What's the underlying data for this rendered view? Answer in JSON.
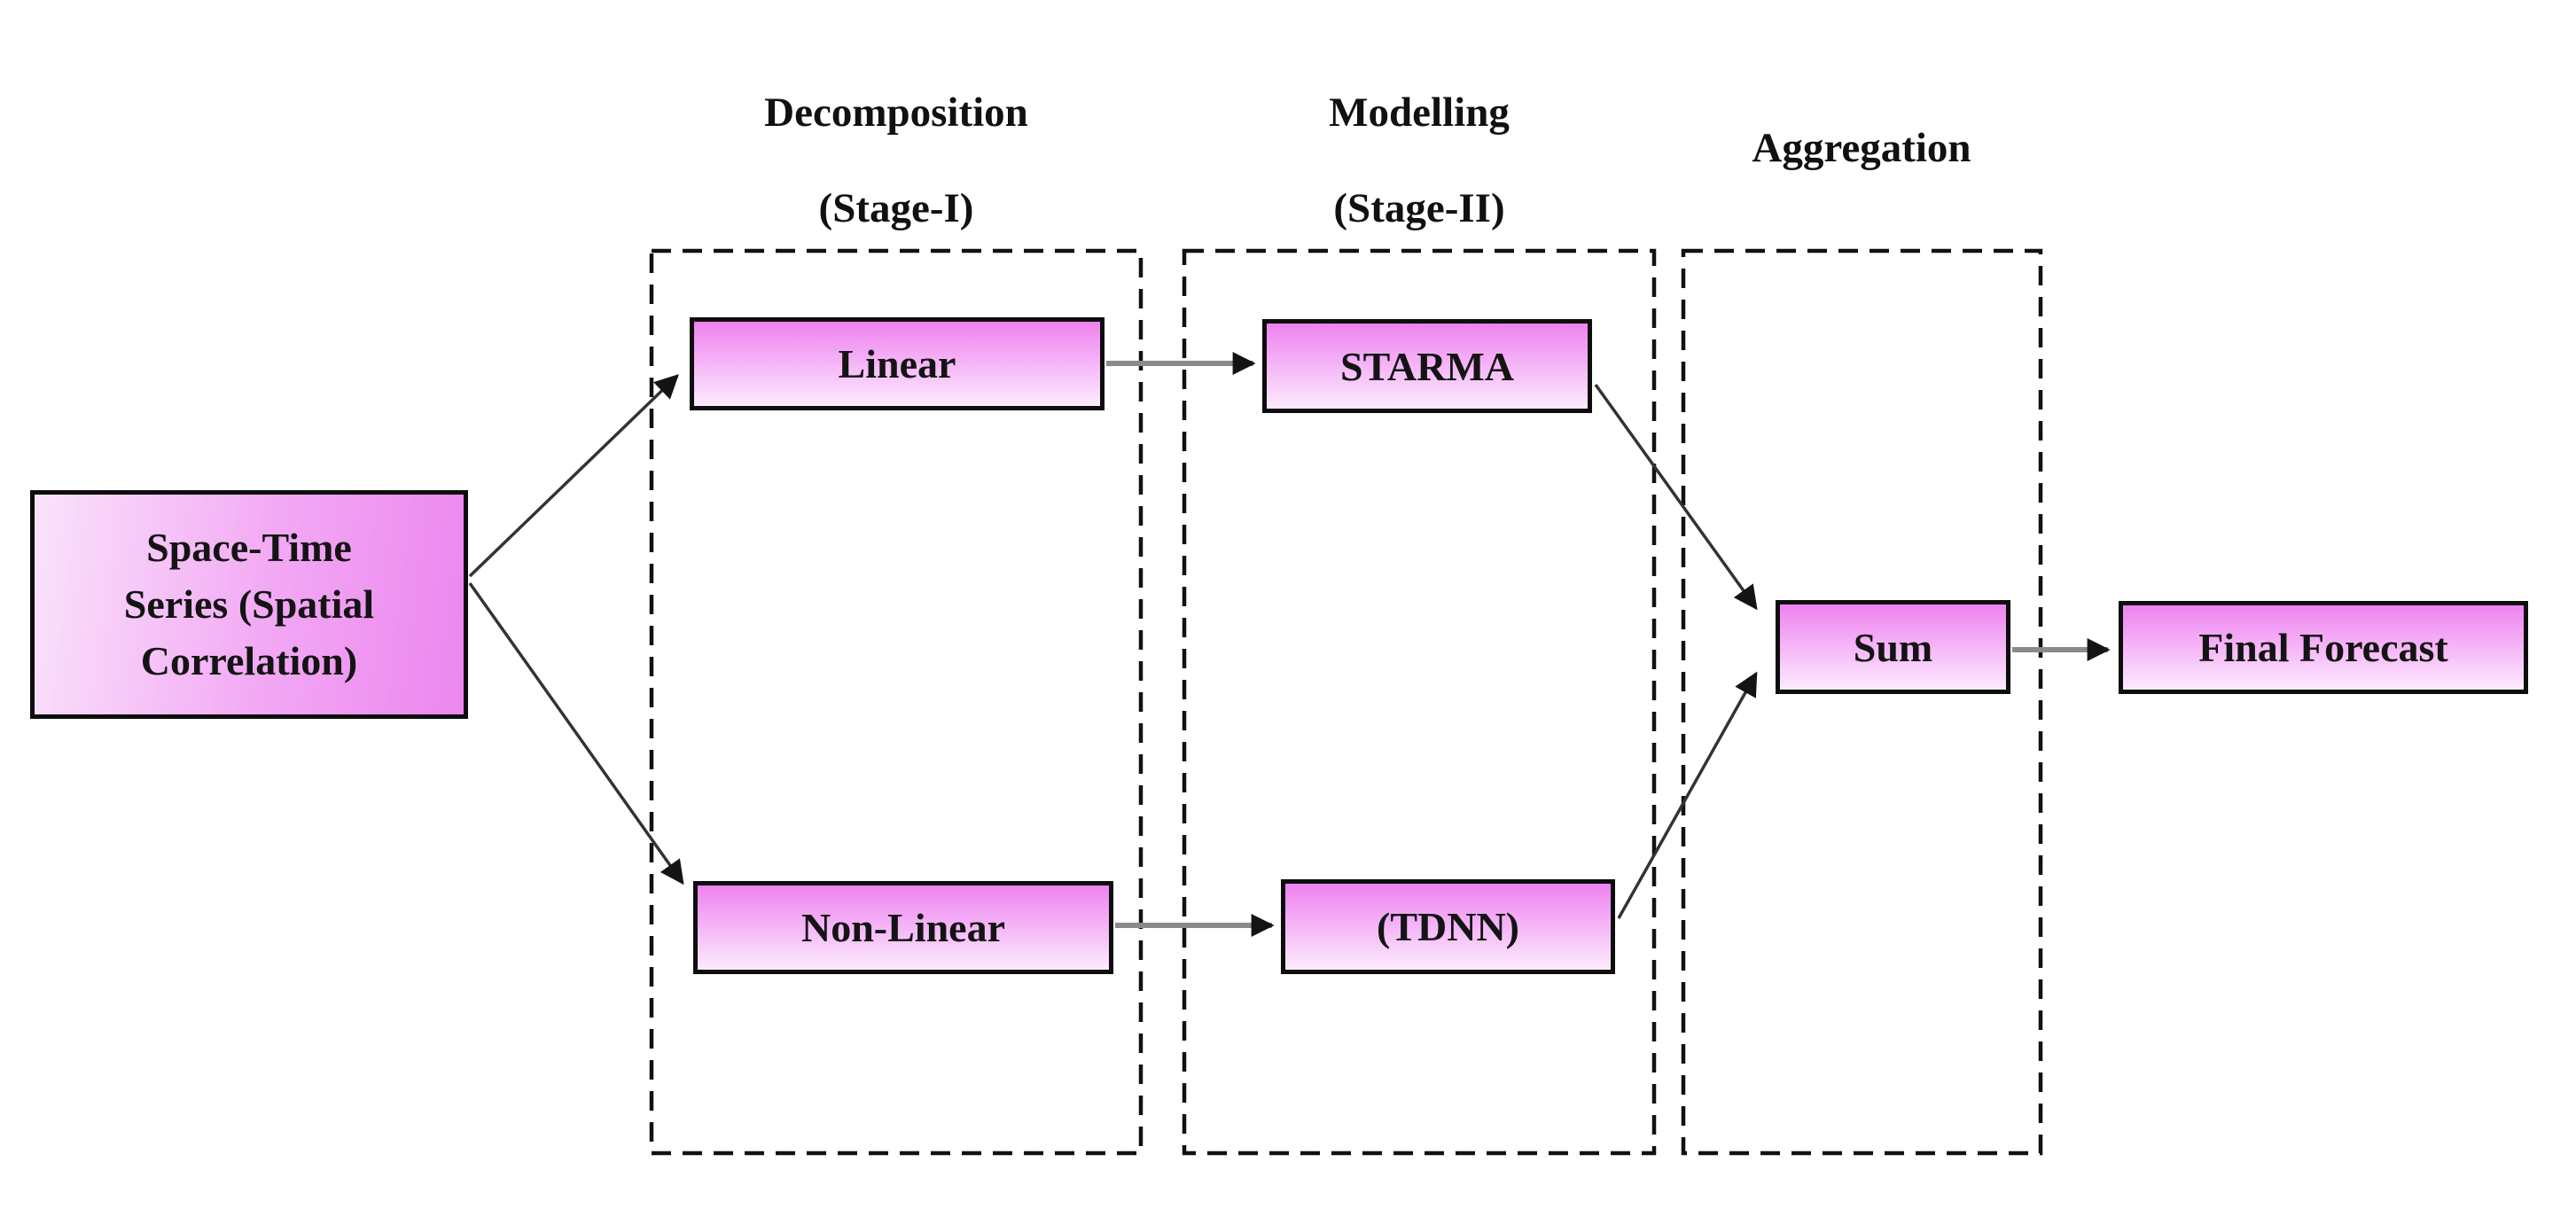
{
  "diagram": {
    "background_color": "#ffffff",
    "stages": {
      "decomposition": {
        "title": "Decomposition",
        "subtitle": "(Stage-I)"
      },
      "modelling": {
        "title": "Modelling",
        "subtitle": "(Stage-II)"
      },
      "aggregation": {
        "title": "Aggregation"
      }
    },
    "nodes": {
      "space_time": {
        "label": "Space-Time Series (Spatial Correlation)",
        "label_lines": [
          "Space-Time",
          "Series (Spatial",
          "Correlation)"
        ]
      },
      "linear": {
        "label": "Linear"
      },
      "starma": {
        "label": "STARMA"
      },
      "non_linear": {
        "label": "Non-Linear"
      },
      "tdnn": {
        "label": "(TDNN)"
      },
      "sum": {
        "label": "Sum"
      },
      "final_forecast": {
        "label": "Final Forecast"
      }
    },
    "connections": [
      {
        "from": "space_time",
        "to": "linear"
      },
      {
        "from": "space_time",
        "to": "non_linear"
      },
      {
        "from": "linear",
        "to": "starma"
      },
      {
        "from": "non_linear",
        "to": "tdnn"
      },
      {
        "from": "starma",
        "to": "sum"
      },
      {
        "from": "tdnn",
        "to": "sum"
      },
      {
        "from": "sum",
        "to": "final_forecast"
      }
    ],
    "colors": {
      "node_border": "#0d0d0d",
      "node_gradient_top": "#ee82f0",
      "node_gradient_bottom": "#fcebfd",
      "dashed_box_stroke": "#111111",
      "connector_gray": "#8a8a8a",
      "connector_dark": "#333333",
      "text": "#111111"
    }
  }
}
